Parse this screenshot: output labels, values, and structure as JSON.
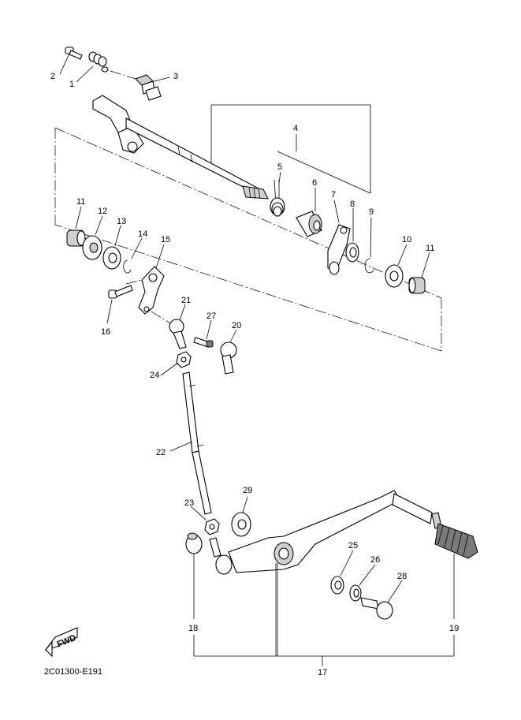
{
  "diagram": {
    "code": "2C01300-E191",
    "fwd_label": "FWD",
    "callouts": [
      {
        "id": "1",
        "text": "1"
      },
      {
        "id": "2",
        "text": "2"
      },
      {
        "id": "3",
        "text": "3"
      },
      {
        "id": "4",
        "text": "4"
      },
      {
        "id": "5",
        "text": "5"
      },
      {
        "id": "6",
        "text": "6"
      },
      {
        "id": "7",
        "text": "7"
      },
      {
        "id": "8",
        "text": "8"
      },
      {
        "id": "9",
        "text": "9"
      },
      {
        "id": "10",
        "text": "10"
      },
      {
        "id": "11a",
        "text": "11"
      },
      {
        "id": "11b",
        "text": "11"
      },
      {
        "id": "12",
        "text": "12"
      },
      {
        "id": "13",
        "text": "13"
      },
      {
        "id": "14",
        "text": "14"
      },
      {
        "id": "15",
        "text": "15"
      },
      {
        "id": "16",
        "text": "16"
      },
      {
        "id": "17",
        "text": "17"
      },
      {
        "id": "18",
        "text": "18"
      },
      {
        "id": "19",
        "text": "19"
      },
      {
        "id": "20",
        "text": "20"
      },
      {
        "id": "21",
        "text": "21"
      },
      {
        "id": "22",
        "text": "22"
      },
      {
        "id": "23",
        "text": "23"
      },
      {
        "id": "24",
        "text": "24"
      },
      {
        "id": "25",
        "text": "25"
      },
      {
        "id": "26",
        "text": "26"
      },
      {
        "id": "27",
        "text": "27"
      },
      {
        "id": "28",
        "text": "28"
      },
      {
        "id": "29",
        "text": "29"
      }
    ]
  }
}
